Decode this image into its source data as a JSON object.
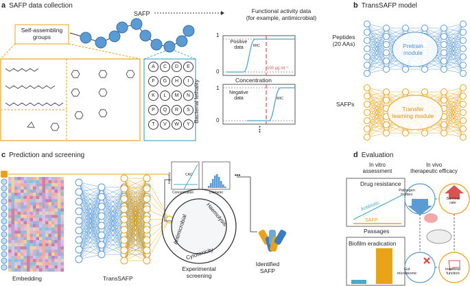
{
  "panel_a": {
    "letter": "a",
    "title": "SAFP data collection",
    "safp": "SAFP",
    "functional_line1": "Functional activity data",
    "functional_line2": "(for example, antimicrobial)",
    "groups_line1": "Self-assembling",
    "groups_line2": "groups",
    "amino_acids": [
      "A",
      "C",
      "D",
      "E",
      "F",
      "G",
      "H",
      "I",
      "K",
      "L",
      "M",
      "N",
      "P",
      "Q",
      "R",
      "S",
      "T",
      "V",
      "W",
      "Y"
    ],
    "ylabel": "Bacterial lethality",
    "xlabel": "Concentration",
    "tick_1": "1",
    "tick_0": "0",
    "positive_line1": "Positive",
    "positive_line2": "data",
    "negative_line1": "Negative",
    "negative_line2": "data",
    "mic": "MIC",
    "threshold": "100 µg ml⁻¹",
    "more": "⋮"
  },
  "panel_b": {
    "letter": "b",
    "title": "TransSAFP model",
    "peptides_line1": "Peptides",
    "peptides_line2": "(20 AAs)",
    "safps": "SAFPs",
    "pretrain_line1": "Pretrain",
    "pretrain_line2": "module",
    "transfer_line1": "Transfer",
    "transfer_line2": "learning module"
  },
  "panel_c": {
    "letter": "c",
    "title": "Prediction and screening",
    "embedding": "Embedding",
    "transsafp": "TransSAFP",
    "intensity": "Intensity",
    "cac": "CAC",
    "concentration": "Concentration",
    "diameter": "Diameter",
    "more": "•••",
    "antimicrobial": "Antimicrobial",
    "haemolysis": "Haemolysis",
    "cytotoxicity": "Cytotoxicity",
    "screening_line1": "Experimental",
    "screening_line2": "screening",
    "identified_line1": "Identified",
    "identified_line2": "SAFP"
  },
  "panel_d": {
    "letter": "d",
    "title": "Evaluation",
    "invitro_line1": "In vitro",
    "invitro_line2": "assessment",
    "invivo_line1": "In vivo",
    "invivo_line2": "therapeutic efficacy",
    "drug_resistance": "Drug resistance",
    "antibiotic": "Antibiotic",
    "safp": "SAFP",
    "passages": "Passages",
    "biofilm": "Biofilm eradication",
    "pathogen_line1": "Pathogen",
    "pathogen_line2": "burden",
    "survival_line1": "Survival",
    "survival_line2": "rate",
    "gut_line1": "Gut",
    "gut_line2": "microbiome",
    "intestinal_line1": "Intestinal",
    "intestinal_line2": "function"
  },
  "colors": {
    "blue": "#5b9bd5",
    "orange": "#e8a317",
    "red": "#d9534f",
    "teal": "#4aa8c8"
  }
}
